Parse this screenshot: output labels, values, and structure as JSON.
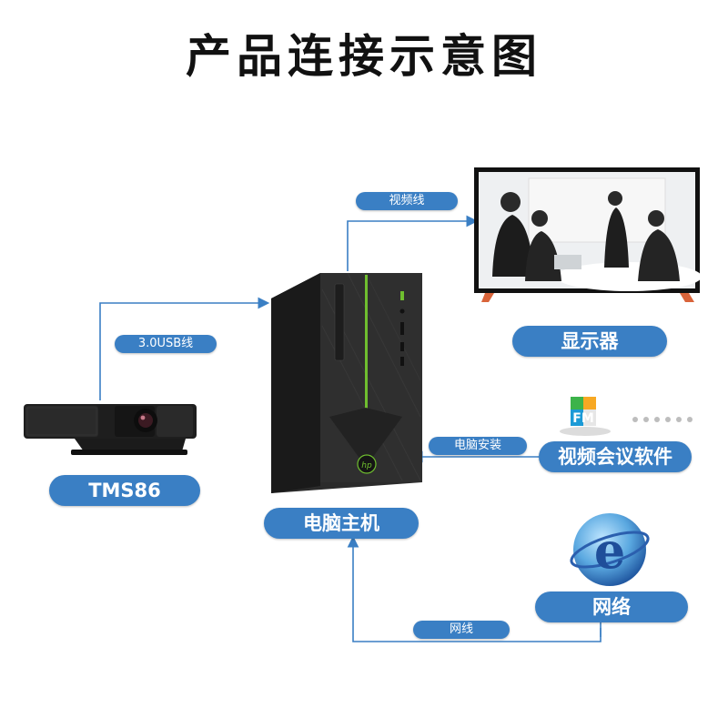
{
  "title": "产品连接示意图",
  "devices": {
    "camera": "TMS86",
    "computer": "电脑主机",
    "display": "显示器",
    "software": "视频会议软件",
    "network": "网络"
  },
  "connections": {
    "usb": "3.0USB线",
    "video": "视频线",
    "install": "电脑安装",
    "ethernet": "网线"
  },
  "colors": {
    "accent": "#3a7fc4",
    "title": "#111111"
  }
}
